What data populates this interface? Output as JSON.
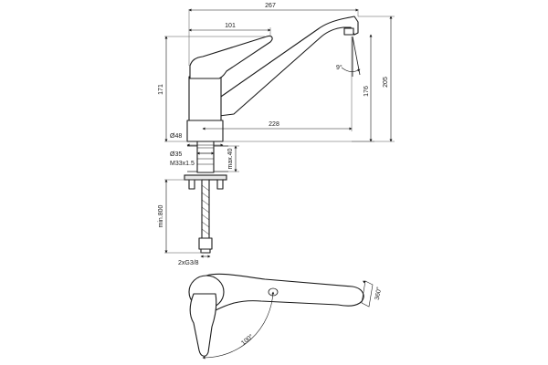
{
  "dimensions": {
    "overall_width": "267",
    "lever_length": "101",
    "spout_reach": "228",
    "body_height": "171",
    "spout_tip_height": "176",
    "overall_height": "205",
    "outlet_angle": "9°",
    "base_diameter": "Ø48",
    "hole_diameter": "Ø35",
    "thread": "M33x1.5",
    "max_thickness": "max.40",
    "hose_length": "min.800",
    "hose_connection": "2xG3/8",
    "swivel_angle": "100°",
    "lever_rotation": "360°"
  },
  "colors": {
    "line": "#1a1a1a",
    "background": "#ffffff",
    "fill_dark": "#e8e8e8"
  }
}
